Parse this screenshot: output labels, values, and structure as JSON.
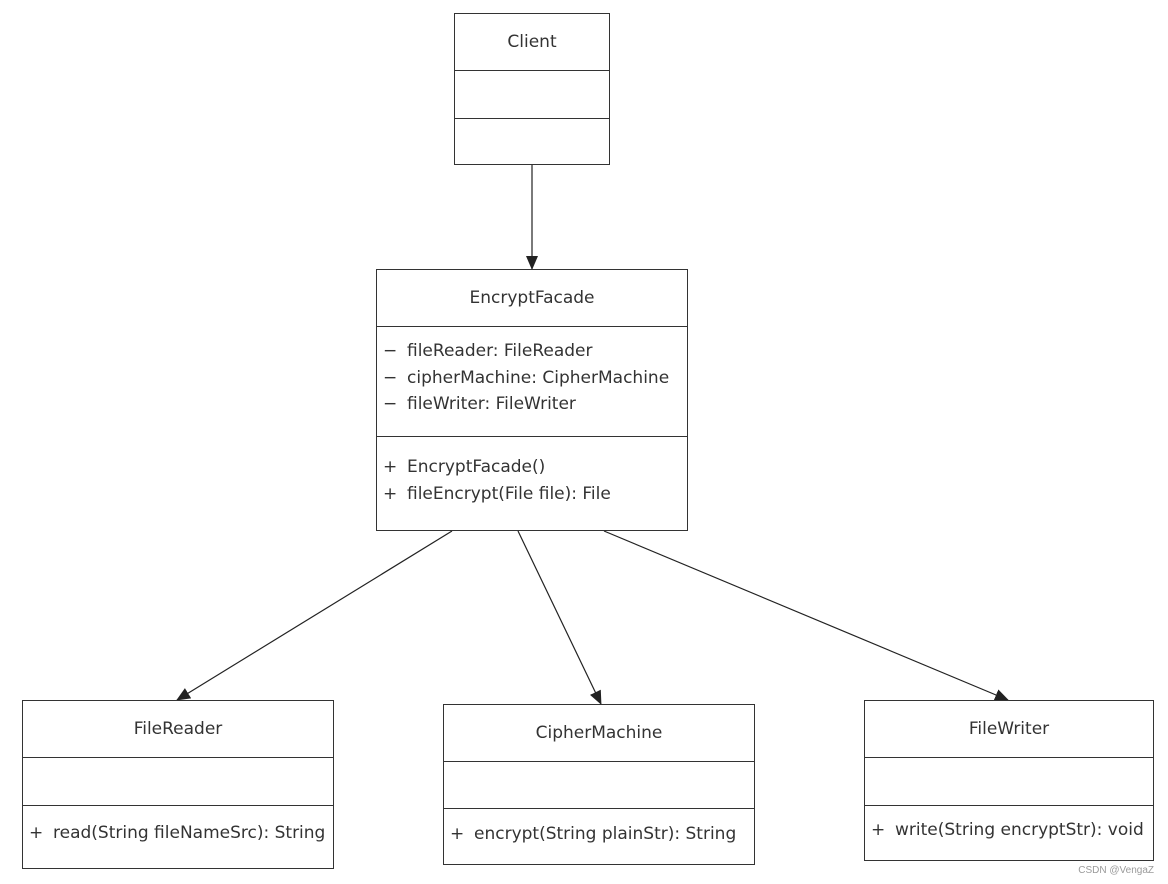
{
  "classes": {
    "client": {
      "name": "Client",
      "attributes": [],
      "methods": []
    },
    "encrypt_facade": {
      "name": "EncryptFacade",
      "attributes": [
        {
          "visibility": "−",
          "text": "fileReader: FileReader"
        },
        {
          "visibility": "−",
          "text": "cipherMachine: CipherMachine"
        },
        {
          "visibility": "−",
          "text": "fileWriter: FileWriter"
        }
      ],
      "methods": [
        {
          "visibility": "+",
          "text": "EncryptFacade()"
        },
        {
          "visibility": "+",
          "text": "fileEncrypt(File file): File"
        }
      ]
    },
    "file_reader": {
      "name": "FileReader",
      "attributes": [],
      "methods": [
        {
          "visibility": "+",
          "text": "read(String fileNameSrc): String"
        }
      ]
    },
    "cipher_machine": {
      "name": "CipherMachine",
      "attributes": [],
      "methods": [
        {
          "visibility": "+",
          "text": "encrypt(String plainStr): String"
        }
      ]
    },
    "file_writer": {
      "name": "FileWriter",
      "attributes": [],
      "methods": [
        {
          "visibility": "+",
          "text": "write(String encryptStr): void"
        }
      ]
    }
  },
  "relations": [
    {
      "from": "Client",
      "to": "EncryptFacade",
      "type": "association"
    },
    {
      "from": "EncryptFacade",
      "to": "FileReader",
      "type": "association"
    },
    {
      "from": "EncryptFacade",
      "to": "CipherMachine",
      "type": "association"
    },
    {
      "from": "EncryptFacade",
      "to": "FileWriter",
      "type": "association"
    }
  ],
  "watermark": "CSDN @VengaZ",
  "colors": {
    "line": "#333333",
    "text": "#333333",
    "background": "#ffffff"
  }
}
